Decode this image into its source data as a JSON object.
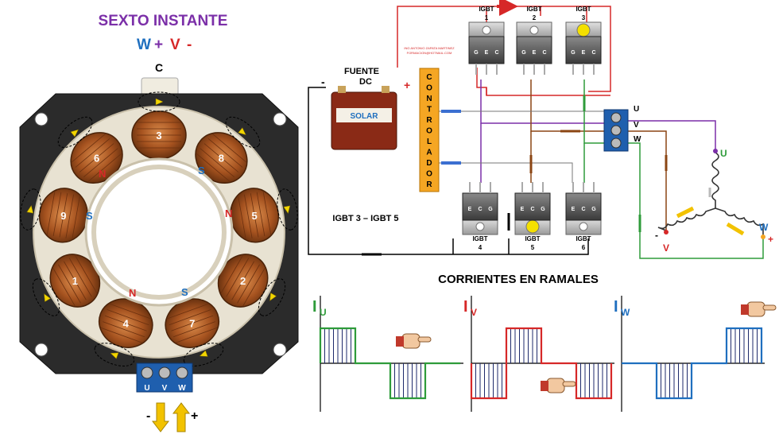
{
  "title": "SEXTO INSTANTE",
  "phases": {
    "w": "W",
    "plus": "+",
    "v": "V",
    "minus": "-"
  },
  "stator": {
    "top_label": "C",
    "coils": [
      "3",
      "8",
      "5",
      "2",
      "7",
      "4",
      "1",
      "9",
      "6"
    ],
    "poles": {
      "n_top": "N",
      "s_top": "S",
      "n_right": "N",
      "s_left": "S",
      "n_bottom": "N",
      "s_bottom": "S"
    },
    "terminals": [
      "U",
      "V",
      "W"
    ],
    "arrow_minus": "-",
    "arrow_plus": "+"
  },
  "circuit": {
    "fuente": "FUENTE",
    "dc": "DC",
    "battery_minus": "-",
    "battery_plus": "+",
    "battery_brand": "SOLAR",
    "controller": [
      "C",
      "O",
      "N",
      "T",
      "R",
      "O",
      "L",
      "A",
      "D",
      "O",
      "R"
    ],
    "igbt_active_label": "IGBT 3 – IGBT 5",
    "upper_igbts": [
      {
        "name": "IGBT",
        "num": "1",
        "pins": [
          "G",
          "E",
          "C"
        ]
      },
      {
        "name": "IGBT",
        "num": "2",
        "pins": [
          "G",
          "E",
          "C"
        ]
      },
      {
        "name": "IGBT",
        "num": "3",
        "pins": [
          "G",
          "E",
          "C"
        ]
      }
    ],
    "lower_igbts": [
      {
        "name": "IGBT",
        "num": "4",
        "pins": [
          "E",
          "C",
          "G"
        ]
      },
      {
        "name": "IGBT",
        "num": "5",
        "pins": [
          "E",
          "C",
          "G"
        ]
      },
      {
        "name": "IGBT",
        "num": "6",
        "pins": [
          "E",
          "C",
          "G"
        ]
      }
    ],
    "terminal_labels": [
      "U",
      "V",
      "W"
    ],
    "star": {
      "u": "U",
      "v": "V",
      "w": "W",
      "v_sign": "-",
      "w_sign": "+"
    },
    "author_line1": "ING ANTONIO ZAPATA MARTINEZ",
    "author_line2": "FORMACION@HOTMAIL.COM"
  },
  "currents": {
    "title": "CORRIENTES EN RAMALES",
    "labels": [
      {
        "main": "I",
        "sub": "U",
        "color": "#2e9b3a"
      },
      {
        "main": "I",
        "sub": "V",
        "color": "#d62828"
      },
      {
        "main": "I",
        "sub": "W",
        "color": "#1f6fbf"
      }
    ]
  },
  "colors": {
    "purple": "#7b2fa8",
    "blue": "#1f6fbf",
    "red": "#d62828",
    "green": "#2e9b3a",
    "brown": "#8b4513"
  }
}
